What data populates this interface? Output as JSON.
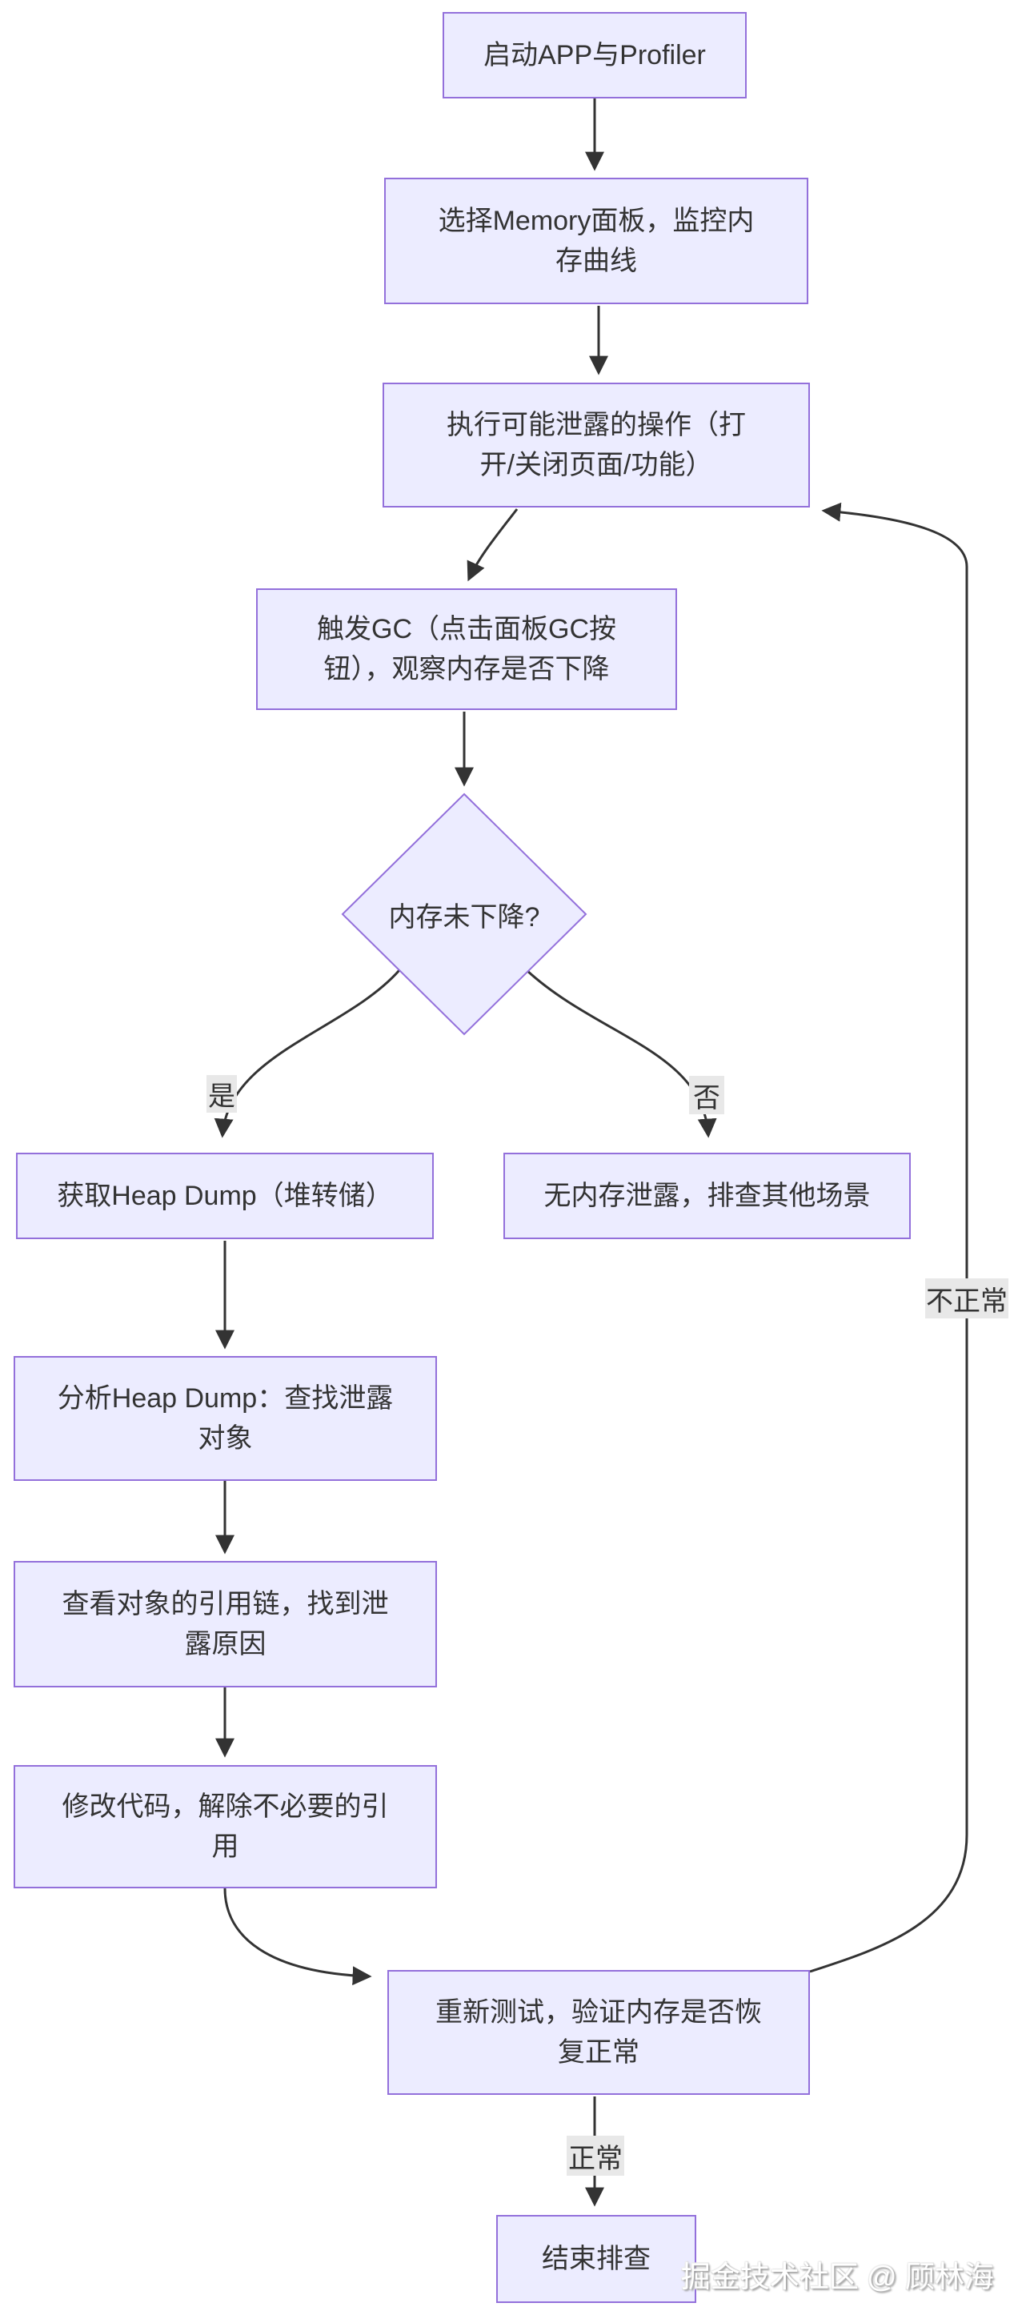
{
  "diagram": {
    "type": "flowchart",
    "direction": "top-down",
    "colors": {
      "node_fill": "#ECECFF",
      "node_border": "#9370DB",
      "edge_color": "#333333",
      "edge_label_bg": "#E8E8E8",
      "text_color": "#333333",
      "background": "#FFFFFF"
    },
    "nodes": [
      {
        "id": "start",
        "shape": "rect",
        "label": "启动APP与Profiler"
      },
      {
        "id": "memory-panel",
        "shape": "rect",
        "label": "选择Memory面板，监控内存曲线"
      },
      {
        "id": "perform-ops",
        "shape": "rect",
        "label": "执行可能泄露的操作（打开/关闭页面/功能）"
      },
      {
        "id": "trigger-gc",
        "shape": "rect",
        "label": "触发GC（点击面板GC按钮），观察内存是否下降"
      },
      {
        "id": "memory-check",
        "shape": "diamond",
        "label": "内存未下降?"
      },
      {
        "id": "heap-dump",
        "shape": "rect",
        "label": "获取Heap Dump（堆转储）"
      },
      {
        "id": "no-leak",
        "shape": "rect",
        "label": "无内存泄露，排查其他场景"
      },
      {
        "id": "analyze-dump",
        "shape": "rect",
        "label": "分析Heap Dump：查找泄露对象"
      },
      {
        "id": "reference-chain",
        "shape": "rect",
        "label": "查看对象的引用链，找到泄露原因"
      },
      {
        "id": "fix-code",
        "shape": "rect",
        "label": "修改代码，解除不必要的引用"
      },
      {
        "id": "retest",
        "shape": "rect",
        "label": "重新测试，验证内存是否恢复正常"
      },
      {
        "id": "end",
        "shape": "rect",
        "label": "结束排查"
      }
    ],
    "edges": [
      {
        "from": "start",
        "to": "memory-panel",
        "label": ""
      },
      {
        "from": "memory-panel",
        "to": "perform-ops",
        "label": ""
      },
      {
        "from": "perform-ops",
        "to": "trigger-gc",
        "label": ""
      },
      {
        "from": "trigger-gc",
        "to": "memory-check",
        "label": ""
      },
      {
        "from": "memory-check",
        "to": "heap-dump",
        "label": "是"
      },
      {
        "from": "memory-check",
        "to": "no-leak",
        "label": "否"
      },
      {
        "from": "heap-dump",
        "to": "analyze-dump",
        "label": ""
      },
      {
        "from": "analyze-dump",
        "to": "reference-chain",
        "label": ""
      },
      {
        "from": "reference-chain",
        "to": "fix-code",
        "label": ""
      },
      {
        "from": "fix-code",
        "to": "retest",
        "label": ""
      },
      {
        "from": "retest",
        "to": "end",
        "label": "正常"
      },
      {
        "from": "retest",
        "to": "perform-ops",
        "label": "不正常"
      }
    ]
  },
  "watermark": {
    "text": "掘金技术社区 @ 顾林海"
  }
}
